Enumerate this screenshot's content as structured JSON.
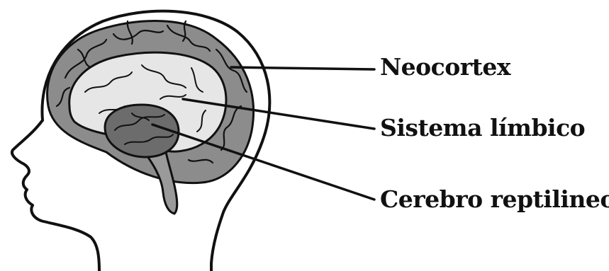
{
  "colors": {
    "outline": "#111111",
    "neocortex": "#8c8c8c",
    "limbic": "#e6e6e6",
    "reptilian": "#6c6c6c",
    "brainstem": "#9a9a9a",
    "background": "#ffffff"
  },
  "labels": {
    "neocortex": "Neocortex",
    "limbic": "Sistema límbico",
    "reptilian": "Cerebro reptilineo"
  }
}
